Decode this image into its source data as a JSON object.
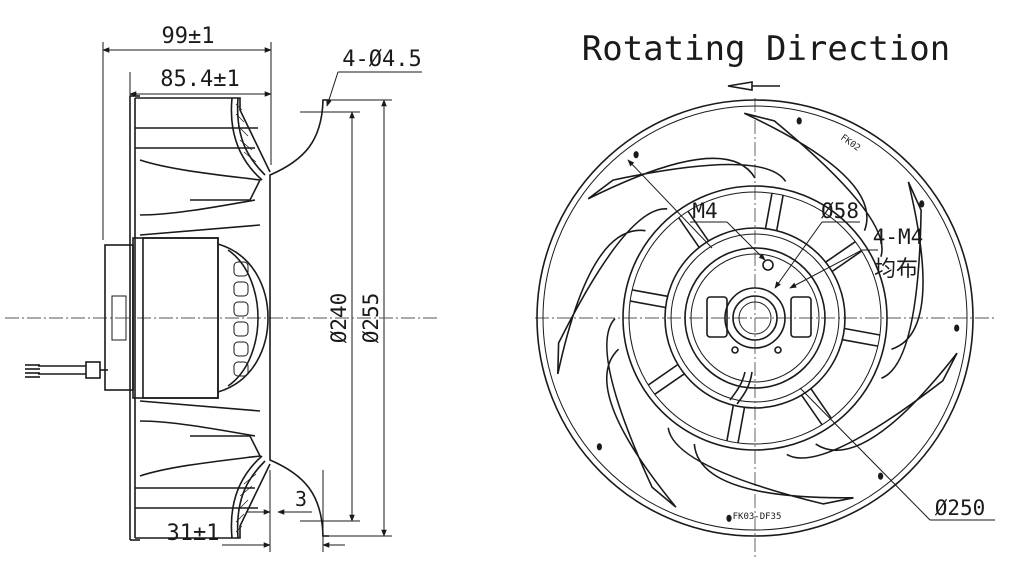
{
  "side_view": {
    "dim_overall_width": "99±1",
    "dim_impeller_width": "85.4±1",
    "dim_mount_holes": "4-Ø4.5",
    "dim_inlet_dia": "Ø240",
    "dim_outer_dia": "Ø255",
    "dim_flange_thickness": "3",
    "dim_flange_offset": "31±1"
  },
  "front_view": {
    "title": "Rotating Direction",
    "label_m4": "M4",
    "label_hub_dia": "Ø58",
    "label_4m4_line1": "4-M4",
    "label_4m4_line2": "均布",
    "label_impeller_dia": "Ø250",
    "label_part_top": "FK02",
    "label_part_bottom": "FK03-DF35"
  },
  "colors": {
    "line": "#1a1a1a",
    "background": "#ffffff"
  }
}
